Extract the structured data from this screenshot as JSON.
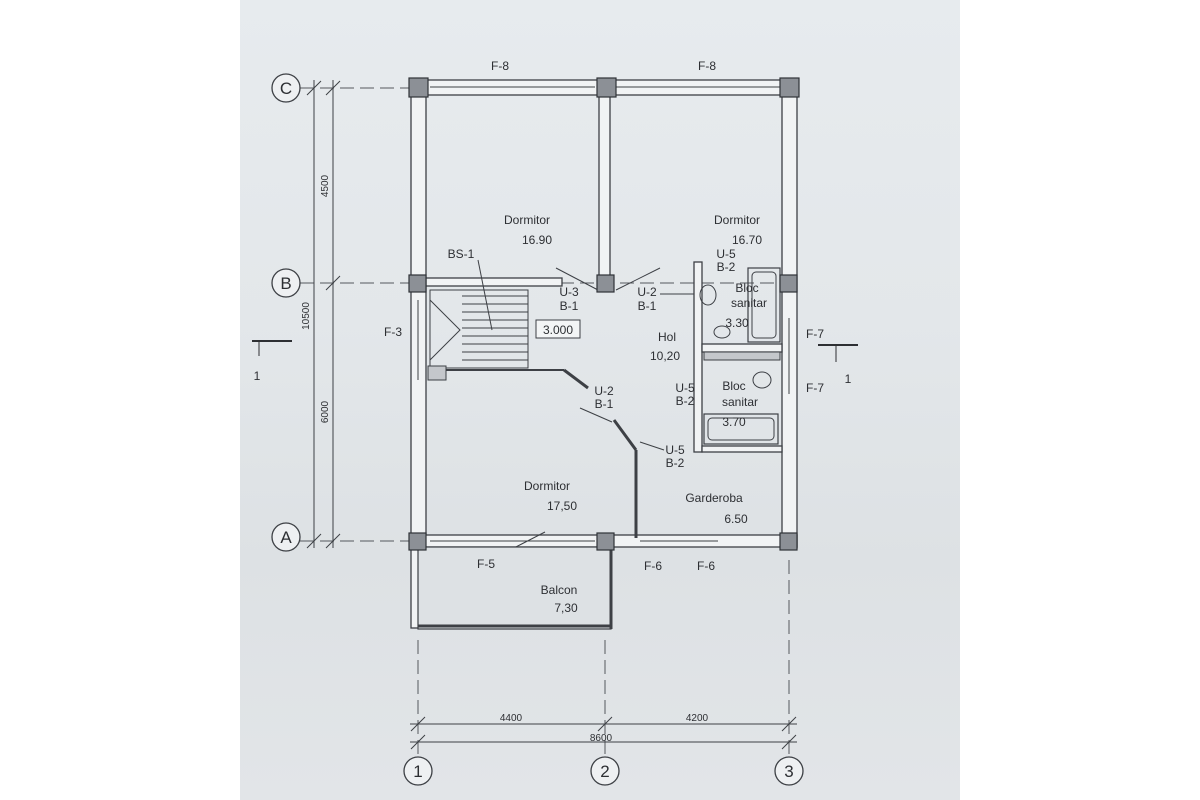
{
  "axes": {
    "rows": [
      "C",
      "B",
      "A"
    ],
    "cols": [
      "1",
      "2",
      "3"
    ]
  },
  "dimensions": {
    "vertical_c_b": "4500",
    "vertical_b_a": "6000",
    "vertical_total": "10500",
    "horizontal_1_2": "4400",
    "horizontal_2_3": "4200",
    "horizontal_total": "8600"
  },
  "section": {
    "label": "1"
  },
  "level_mark": "3.000",
  "rooms": [
    {
      "name": "Dormitor",
      "area": "16.90"
    },
    {
      "name": "Dormitor",
      "area": "16.70"
    },
    {
      "name": "Hol",
      "area": "10,20"
    },
    {
      "name_line1": "Bloc",
      "name_line2": "sanitar",
      "area": "3.30"
    },
    {
      "name_line1": "Bloc",
      "name_line2": "sanitar",
      "area": "3.70"
    },
    {
      "name": "Dormitor",
      "area": "17,50"
    },
    {
      "name": "Garderoba",
      "area": "6.50"
    },
    {
      "name": "Balcon",
      "area": "7,30"
    }
  ],
  "marks": {
    "window_top_left": "F-8",
    "window_top_right": "F-8",
    "window_left": "F-3",
    "window_right_1": "F-7",
    "window_right_2": "F-7",
    "door_balcony": "F-5",
    "window_bottom_1": "F-6",
    "window_bottom_2": "F-6",
    "stair": "BS-1",
    "door_u3": {
      "code": "U-3",
      "type": "B-1"
    },
    "door_u2_upper": {
      "code": "U-2",
      "type": "B-1"
    },
    "door_u2_lower": {
      "code": "U-2",
      "type": "B-1"
    },
    "door_u5_bath_1": {
      "code": "U-5",
      "type": "B-2"
    },
    "door_u5_bath_2": {
      "code": "U-5",
      "type": "B-2"
    },
    "door_u5_wardrobe": {
      "code": "U-5",
      "type": "B-2"
    }
  }
}
